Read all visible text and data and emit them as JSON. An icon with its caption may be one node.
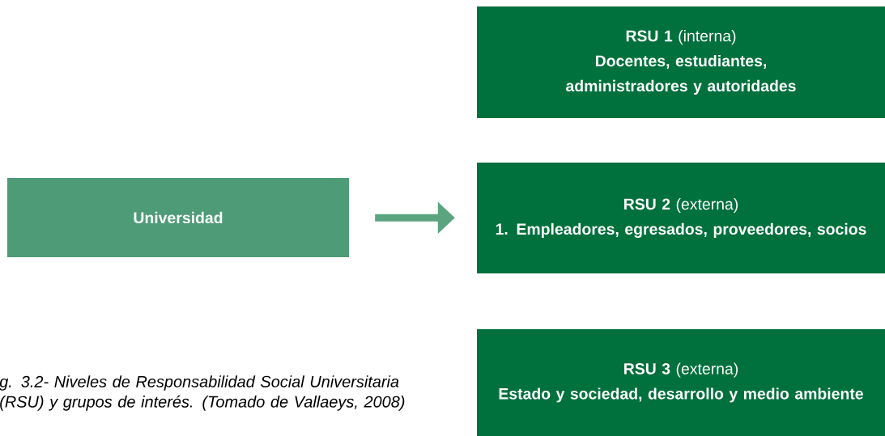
{
  "diagram": {
    "caption": "g. 3.2- Niveles de Responsabilidad Social Universitaria (RSU) y grupos de interés. (Tomado de Vallaeys, 2008)",
    "nodes": [
      {
        "text": [
          "Universidad"
        ]
      },
      {
        "text": [
          "**RSU 1** (interna)",
          "Docentes, estudiantes, administradores y autoridades"
        ]
      },
      {
        "text": [
          "**RSU 2** (externa)",
          "1. Empleadores, egresados, proveedores, socios"
        ]
      },
      {
        "text": [
          "**RSU 3** (externa)",
          "Estado y sociedad, desarrollo y medio ambiente"
        ]
      }
    ],
    "edges": [
      {
        "from": 0,
        "to": 2,
        "arrow": "to"
      }
    ]
  }
}
